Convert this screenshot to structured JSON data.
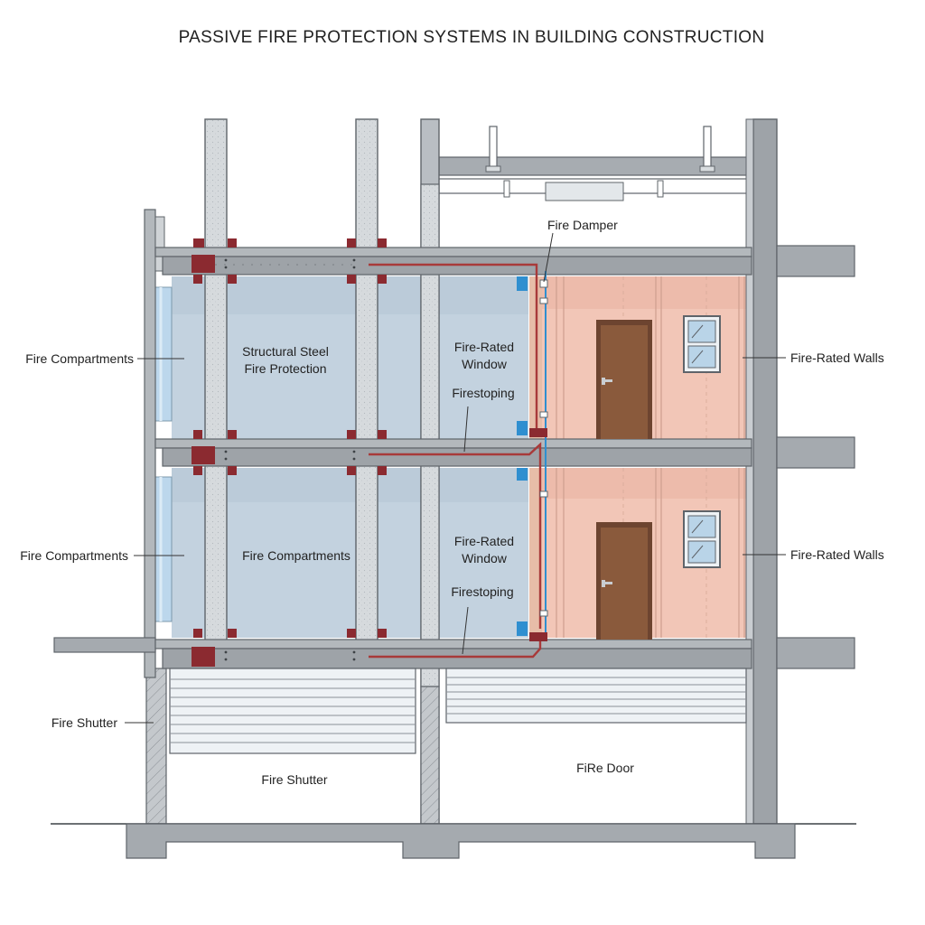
{
  "title": "PASSIVE FIRE PROTECTION SYSTEMS IN BUILDING CONSTRUCTION",
  "labels": {
    "fire_damper": "Fire Damper",
    "fire_compartments_left_upper": "Fire Compartments",
    "fire_compartments_left_lower": "Fire Compartments",
    "structural_steel_line1": "Structural Steel",
    "structural_steel_line2": "Fire Protection",
    "fire_compartments_center": "Fire Compartments",
    "fire_rated_window_upper_line1": "Fire-Rated",
    "fire_rated_window_upper_line2": "Window",
    "fire_rated_window_lower_line1": "Fire-Rated",
    "fire_rated_window_lower_line2": "Window",
    "firestoping_upper": "Firestoping",
    "firestoping_lower": "Firestoping",
    "fire_rated_walls_upper": "Fire-Rated Walls",
    "fire_rated_walls_lower": "Fire-Rated Walls",
    "fire_shutter_left": "Fire Shutter",
    "fire_shutter_bottom": "Fire Shutter",
    "fire_door": "FiRe Door"
  },
  "colors": {
    "steel": "#9ea3a8",
    "steel_dark": "#5f646a",
    "compartment_fill": "#c3d2df",
    "fire_rated_wall_fill": "#f2c6b7",
    "fire_protection_plate": "#8b2a30",
    "firestop_line": "#a83a3a",
    "damper_blue": "#2f8fd0",
    "door_brown": "#8a5a3c",
    "window_glass": "#b9d4e8",
    "shutter_slat": "#d8e0e6"
  }
}
